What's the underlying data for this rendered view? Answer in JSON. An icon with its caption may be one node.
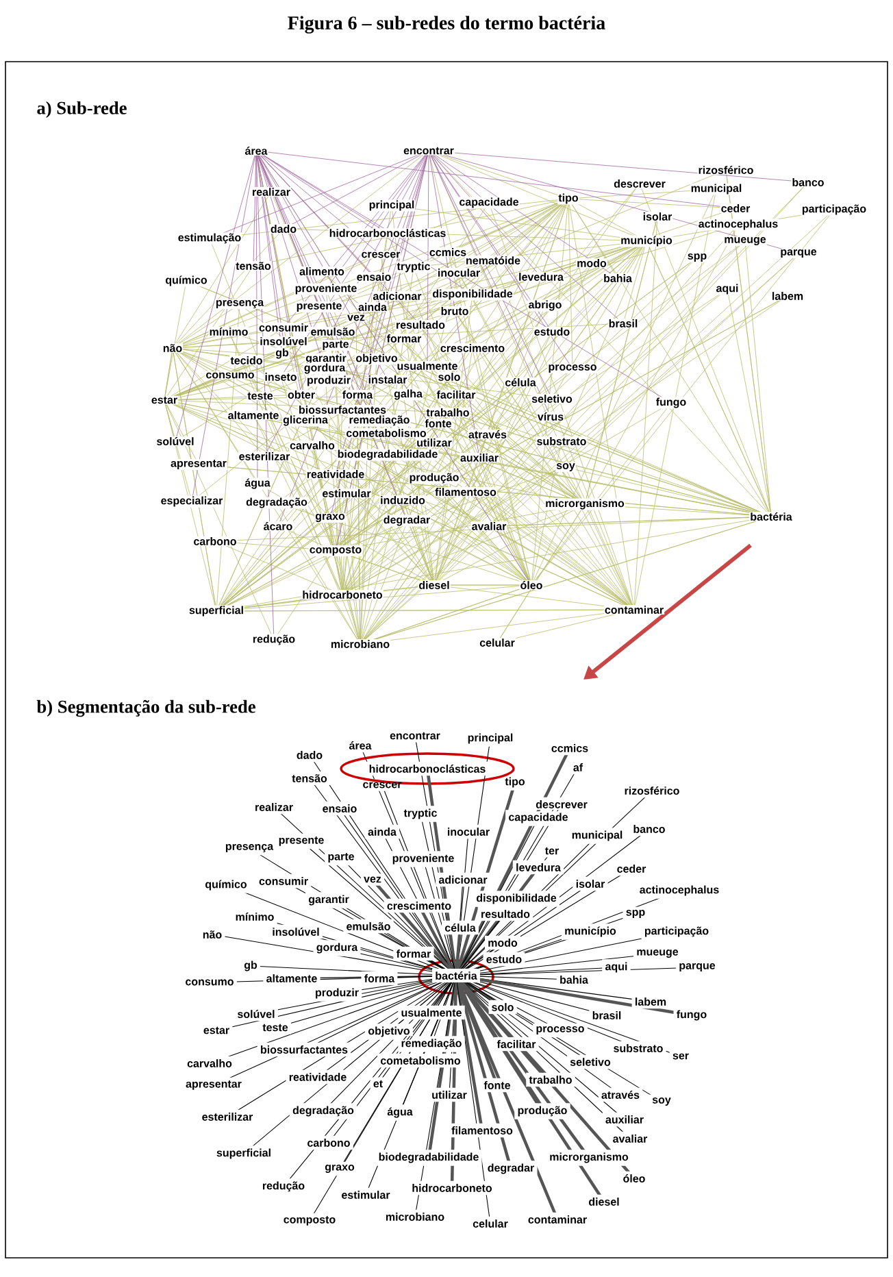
{
  "diagram": {
    "title": "Figura 6 – sub-redes do termo bactéria",
    "labels": [
      "a) Sub-rede",
      "área",
      "encontrar",
      "rizosférico",
      "descrever",
      "banco",
      "municipal",
      "realizar",
      "tipo",
      "capacidade",
      "principal",
      "ceder",
      "participação",
      "isolar",
      "actinocephalus",
      "dado",
      "hidrocarbonoclásticas",
      "estimulação",
      "município",
      "mueuge",
      "parque",
      "ccmics",
      "crescer",
      "spp",
      "nematóide",
      "modo",
      "tensão",
      "tryptic",
      "alimento",
      "inocular",
      "levedura",
      "ensaio",
      "bahia",
      "químico",
      "aqui",
      "proveniente",
      "adicionar",
      "disponibilidade",
      "labem",
      "presença",
      "abrigo",
      "presente",
      "ainda",
      "bruto",
      "vez",
      "brasil",
      "resultado",
      "consumir",
      "emulsão",
      "mínimo",
      "estudo",
      "formar",
      "insolúvel",
      "parte",
      "não",
      "crescimento",
      "gb",
      "tecido",
      "garantir",
      "objetivo",
      "usualmente",
      "gordura",
      "processo",
      "consumo",
      "solo",
      "inseto",
      "produzir",
      "instalar",
      "célula",
      "estar",
      "teste",
      "obter",
      "forma",
      "galha",
      "facilitar",
      "seletivo",
      "fungo",
      "biossurfactantes",
      "trabalho",
      "altamente",
      "vírus",
      "glicerina",
      "remediação",
      "fonte",
      "cometabolismo",
      "através",
      "solúvel",
      "substrato",
      "utilizar",
      "carvalho",
      "esterilizar",
      "biodegradabilidade",
      "auxiliar",
      "apresentar",
      "soy",
      "reatividade",
      "produção",
      "água",
      "estimular",
      "filamentoso",
      "induzido",
      "especializar",
      "degradação",
      "microrganismo",
      "bactéria",
      "graxo",
      "degradar",
      "ácaro",
      "avaliar",
      "carbono",
      "composto",
      "diesel",
      "óleo",
      "hidrocarboneto",
      "contaminar",
      "superficial",
      "redução",
      "microbiano",
      "celular",
      "b) Segmentação da sub-rede"
    ],
    "nodes": [
      {
        "text": [
          "encontrar"
        ]
      },
      {
        "text": [
          "principal"
        ]
      },
      {
        "text": [
          "área"
        ]
      },
      {
        "text": [
          "ccmics"
        ]
      },
      {
        "text": [
          "dado"
        ]
      },
      {
        "text": [
          "af"
        ]
      },
      {
        "text": [
          "hidrocarbonoclásticas"
        ]
      },
      {
        "text": [
          "tensão"
        ]
      },
      {
        "text": [
          "tipo"
        ]
      },
      {
        "text": [
          "crescer"
        ]
      },
      {
        "text": [
          "rizosférico"
        ]
      },
      {
        "text": [
          "descrever"
        ]
      },
      {
        "text": [
          "realizar"
        ]
      },
      {
        "text": [
          "ensaio"
        ]
      },
      {
        "text": [
          "tryptic"
        ]
      },
      {
        "text": [
          "capacidade"
        ]
      },
      {
        "text": [
          "banco"
        ]
      },
      {
        "text": [
          "ainda"
        ]
      },
      {
        "text": [
          "inocular"
        ]
      },
      {
        "text": [
          "municipal"
        ]
      },
      {
        "text": [
          "presente"
        ]
      },
      {
        "text": [
          "presença"
        ]
      },
      {
        "text": [
          "ter"
        ]
      },
      {
        "text": [
          "parte"
        ]
      },
      {
        "text": [
          "proveniente"
        ]
      },
      {
        "text": [
          "levedura"
        ]
      },
      {
        "text": [
          "ceder"
        ]
      },
      {
        "text": [
          "vez"
        ]
      },
      {
        "text": [
          "adicionar"
        ]
      },
      {
        "text": [
          "consumir"
        ]
      },
      {
        "text": [
          "isolar"
        ]
      },
      {
        "text": [
          "químico"
        ]
      },
      {
        "text": [
          "actinocephalus"
        ]
      },
      {
        "text": [
          "disponibilidade"
        ]
      },
      {
        "text": [
          "garantir"
        ]
      },
      {
        "text": [
          "crescimento"
        ]
      },
      {
        "text": [
          "resultado"
        ]
      },
      {
        "text": [
          "spp"
        ]
      },
      {
        "text": [
          "mínimo"
        ]
      },
      {
        "text": [
          "emulsão"
        ]
      },
      {
        "text": [
          "célula"
        ]
      },
      {
        "text": [
          "insolúvel"
        ]
      },
      {
        "text": [
          "município"
        ]
      },
      {
        "text": [
          "participação"
        ]
      },
      {
        "text": [
          "não"
        ]
      },
      {
        "text": [
          "modo"
        ]
      },
      {
        "text": [
          "gordura"
        ]
      },
      {
        "text": [
          "formar"
        ]
      },
      {
        "text": [
          "mueuge"
        ]
      },
      {
        "text": [
          "estudo"
        ]
      },
      {
        "text": [
          "gb"
        ]
      },
      {
        "text": [
          "aqui"
        ]
      },
      {
        "text": [
          "parque"
        ]
      },
      {
        "text": [
          "bactéria"
        ]
      },
      {
        "text": [
          "altamente"
        ]
      },
      {
        "text": [
          "forma"
        ]
      },
      {
        "text": [
          "bahia"
        ]
      },
      {
        "text": [
          "consumo"
        ]
      },
      {
        "text": [
          "produzir"
        ]
      },
      {
        "text": [
          "labem"
        ]
      },
      {
        "text": [
          "solo"
        ]
      },
      {
        "text": [
          "usualmente"
        ]
      },
      {
        "text": [
          "solúvel"
        ]
      },
      {
        "text": [
          "brasil"
        ]
      },
      {
        "text": [
          "fungo"
        ]
      },
      {
        "text": [
          "teste"
        ]
      },
      {
        "text": [
          "estar"
        ]
      },
      {
        "text": [
          "processo"
        ]
      },
      {
        "text": [
          "objetivo"
        ]
      },
      {
        "text": [
          "remediação"
        ]
      },
      {
        "text": [
          "facilitar"
        ]
      },
      {
        "text": [
          "substrato"
        ]
      },
      {
        "text": [
          "biossurfactantes"
        ]
      },
      {
        "text": [
          "ser"
        ]
      },
      {
        "text": [
          "cometabolismo"
        ]
      },
      {
        "text": [
          "seletivo"
        ]
      },
      {
        "text": [
          "carvalho"
        ]
      },
      {
        "text": [
          "reatividade"
        ]
      },
      {
        "text": [
          "trabalho"
        ]
      },
      {
        "text": [
          "et"
        ]
      },
      {
        "text": [
          "fonte"
        ]
      },
      {
        "text": [
          "apresentar"
        ]
      },
      {
        "text": [
          "através"
        ]
      },
      {
        "text": [
          "utilizar"
        ]
      },
      {
        "text": [
          "soy"
        ]
      },
      {
        "text": [
          "degradação"
        ]
      },
      {
        "text": [
          "produção"
        ]
      },
      {
        "text": [
          "água"
        ]
      },
      {
        "text": [
          "esterilizar"
        ]
      },
      {
        "text": [
          "auxiliar"
        ]
      },
      {
        "text": [
          "filamentoso"
        ]
      },
      {
        "text": [
          "avaliar"
        ]
      },
      {
        "text": [
          "carbono"
        ]
      },
      {
        "text": [
          "superficial"
        ]
      },
      {
        "text": [
          "biodegradabilidade"
        ]
      },
      {
        "text": [
          "microrganismo"
        ]
      },
      {
        "text": [
          "graxo"
        ]
      },
      {
        "text": [
          "degradar"
        ]
      },
      {
        "text": [
          "óleo"
        ]
      },
      {
        "text": [
          "redução"
        ]
      },
      {
        "text": [
          "hidrocarboneto"
        ]
      },
      {
        "text": [
          "estimular"
        ]
      },
      {
        "text": [
          "diesel"
        ]
      },
      {
        "text": [
          "microbiano"
        ]
      },
      {
        "text": [
          "composto"
        ]
      },
      {
        "text": [
          "contaminar"
        ]
      },
      {
        "text": [
          "celular"
        ]
      }
    ],
    "edges": [
      {
        "from": 53,
        "to": 0,
        "arrow": "none"
      },
      {
        "from": 53,
        "to": 1,
        "arrow": "none"
      },
      {
        "from": 53,
        "to": 2,
        "arrow": "none"
      },
      {
        "from": 53,
        "to": 3,
        "arrow": "none",
        "style": "thick",
        "color": "#555555"
      },
      {
        "from": 53,
        "to": 4,
        "arrow": "none"
      },
      {
        "from": 53,
        "to": 5,
        "arrow": "none"
      },
      {
        "from": 53,
        "to": 6,
        "arrow": "none",
        "style": "thick",
        "color": "#555555"
      },
      {
        "from": 53,
        "to": 7,
        "arrow": "none"
      },
      {
        "from": 53,
        "to": 8,
        "arrow": "none",
        "style": "thick",
        "color": "#555555"
      },
      {
        "from": 53,
        "to": 9,
        "arrow": "none"
      },
      {
        "from": 53,
        "to": 10,
        "arrow": "none"
      },
      {
        "from": 53,
        "to": 11,
        "arrow": "none"
      },
      {
        "from": 53,
        "to": 12,
        "arrow": "none"
      },
      {
        "from": 53,
        "to": 13,
        "arrow": "none"
      },
      {
        "from": 53,
        "to": 14,
        "arrow": "none"
      },
      {
        "from": 53,
        "to": 15,
        "arrow": "none"
      },
      {
        "from": 53,
        "to": 16,
        "arrow": "none"
      },
      {
        "from": 53,
        "to": 17,
        "arrow": "none"
      },
      {
        "from": 53,
        "to": 18,
        "arrow": "none"
      },
      {
        "from": 53,
        "to": 19,
        "arrow": "none"
      },
      {
        "from": 53,
        "to": 20,
        "arrow": "none"
      },
      {
        "from": 53,
        "to": 21,
        "arrow": "none"
      },
      {
        "from": 53,
        "to": 22,
        "arrow": "none"
      },
      {
        "from": 53,
        "to": 23,
        "arrow": "none"
      },
      {
        "from": 53,
        "to": 24,
        "arrow": "none"
      },
      {
        "from": 53,
        "to": 25,
        "arrow": "none",
        "style": "thick",
        "color": "#555555"
      },
      {
        "from": 53,
        "to": 26,
        "arrow": "none"
      },
      {
        "from": 53,
        "to": 27,
        "arrow": "none",
        "style": "thick",
        "color": "#555555"
      },
      {
        "from": 53,
        "to": 28,
        "arrow": "none"
      },
      {
        "from": 53,
        "to": 29,
        "arrow": "none"
      },
      {
        "from": 53,
        "to": 30,
        "arrow": "none"
      },
      {
        "from": 53,
        "to": 31,
        "arrow": "none"
      },
      {
        "from": 53,
        "to": 32,
        "arrow": "none"
      },
      {
        "from": 53,
        "to": 33,
        "arrow": "none"
      },
      {
        "from": 53,
        "to": 34,
        "arrow": "none"
      },
      {
        "from": 53,
        "to": 35,
        "arrow": "none",
        "style": "thick",
        "color": "#555555"
      },
      {
        "from": 53,
        "to": 36,
        "arrow": "none"
      },
      {
        "from": 53,
        "to": 37,
        "arrow": "none"
      },
      {
        "from": 53,
        "to": 38,
        "arrow": "none"
      },
      {
        "from": 53,
        "to": 39,
        "arrow": "none"
      },
      {
        "from": 53,
        "to": 40,
        "arrow": "none",
        "style": "thick",
        "color": "#555555"
      },
      {
        "from": 53,
        "to": 41,
        "arrow": "none"
      },
      {
        "from": 53,
        "to": 42,
        "arrow": "none"
      },
      {
        "from": 53,
        "to": 43,
        "arrow": "none"
      },
      {
        "from": 53,
        "to": 44,
        "arrow": "none"
      },
      {
        "from": 53,
        "to": 45,
        "arrow": "none"
      },
      {
        "from": 53,
        "to": 46,
        "arrow": "none"
      },
      {
        "from": 53,
        "to": 47,
        "arrow": "none"
      },
      {
        "from": 53,
        "to": 48,
        "arrow": "none"
      },
      {
        "from": 53,
        "to": 49,
        "arrow": "none"
      },
      {
        "from": 53,
        "to": 50,
        "arrow": "none"
      },
      {
        "from": 53,
        "to": 51,
        "arrow": "none"
      },
      {
        "from": 53,
        "to": 52,
        "arrow": "none"
      },
      {
        "from": 53,
        "to": 54,
        "arrow": "none"
      },
      {
        "from": 53,
        "to": 55,
        "arrow": "none"
      },
      {
        "from": 53,
        "to": 56,
        "arrow": "none"
      },
      {
        "from": 53,
        "to": 57,
        "arrow": "none"
      },
      {
        "from": 53,
        "to": 58,
        "arrow": "none"
      },
      {
        "from": 53,
        "to": 59,
        "arrow": "none"
      },
      {
        "from": 53,
        "to": 60,
        "arrow": "none",
        "style": "thick",
        "color": "#555555"
      },
      {
        "from": 53,
        "to": 61,
        "arrow": "none"
      },
      {
        "from": 53,
        "to": 62,
        "arrow": "none"
      },
      {
        "from": 53,
        "to": 63,
        "arrow": "none"
      },
      {
        "from": 53,
        "to": 64,
        "arrow": "none",
        "style": "thick",
        "color": "#555555"
      },
      {
        "from": 53,
        "to": 65,
        "arrow": "none"
      },
      {
        "from": 53,
        "to": 66,
        "arrow": "none"
      },
      {
        "from": 53,
        "to": 67,
        "arrow": "none"
      },
      {
        "from": 53,
        "to": 68,
        "arrow": "none"
      },
      {
        "from": 53,
        "to": 69,
        "arrow": "none"
      },
      {
        "from": 53,
        "to": 70,
        "arrow": "none",
        "style": "thick",
        "color": "#555555"
      },
      {
        "from": 53,
        "to": 71,
        "arrow": "none"
      },
      {
        "from": 53,
        "to": 72,
        "arrow": "none"
      },
      {
        "from": 53,
        "to": 73,
        "arrow": "none"
      },
      {
        "from": 53,
        "to": 74,
        "arrow": "none"
      },
      {
        "from": 53,
        "to": 75,
        "arrow": "none"
      },
      {
        "from": 53,
        "to": 76,
        "arrow": "none"
      },
      {
        "from": 53,
        "to": 77,
        "arrow": "none"
      },
      {
        "from": 53,
        "to": 78,
        "arrow": "none",
        "style": "thick",
        "color": "#555555"
      },
      {
        "from": 53,
        "to": 79,
        "arrow": "none"
      },
      {
        "from": 53,
        "to": 80,
        "arrow": "none",
        "style": "thick",
        "color": "#555555"
      },
      {
        "from": 53,
        "to": 81,
        "arrow": "none"
      },
      {
        "from": 53,
        "to": 82,
        "arrow": "none"
      },
      {
        "from": 53,
        "to": 83,
        "arrow": "none"
      },
      {
        "from": 53,
        "to": 84,
        "arrow": "none"
      },
      {
        "from": 53,
        "to": 85,
        "arrow": "none"
      },
      {
        "from": 53,
        "to": 86,
        "arrow": "none",
        "style": "thick",
        "color": "#555555"
      },
      {
        "from": 53,
        "to": 87,
        "arrow": "none"
      },
      {
        "from": 53,
        "to": 88,
        "arrow": "none"
      },
      {
        "from": 53,
        "to": 89,
        "arrow": "none"
      },
      {
        "from": 53,
        "to": 90,
        "arrow": "none",
        "style": "thick",
        "color": "#555555"
      },
      {
        "from": 53,
        "to": 91,
        "arrow": "none"
      },
      {
        "from": 53,
        "to": 92,
        "arrow": "none"
      },
      {
        "from": 53,
        "to": 93,
        "arrow": "none"
      },
      {
        "from": 53,
        "to": 94,
        "arrow": "none",
        "style": "thick",
        "color": "#555555"
      },
      {
        "from": 53,
        "to": 95,
        "arrow": "none",
        "style": "thick",
        "color": "#555555"
      },
      {
        "from": 53,
        "to": 96,
        "arrow": "none"
      },
      {
        "from": 53,
        "to": 97,
        "arrow": "none",
        "style": "thick",
        "color": "#555555"
      },
      {
        "from": 53,
        "to": 98,
        "arrow": "none",
        "style": "thick",
        "color": "#555555"
      },
      {
        "from": 53,
        "to": 99,
        "arrow": "none"
      },
      {
        "from": 53,
        "to": 100,
        "arrow": "none",
        "style": "thick",
        "color": "#555555"
      },
      {
        "from": 53,
        "to": 101,
        "arrow": "none"
      },
      {
        "from": 53,
        "to": 102,
        "arrow": "none",
        "style": "thick",
        "color": "#555555"
      },
      {
        "from": 53,
        "to": 103,
        "arrow": "none"
      },
      {
        "from": 53,
        "to": 104,
        "arrow": "none"
      },
      {
        "from": 53,
        "to": 105,
        "arrow": "none",
        "style": "thick",
        "color": "#555555"
      },
      {
        "from": 53,
        "to": 106,
        "arrow": "none"
      }
    ]
  }
}
